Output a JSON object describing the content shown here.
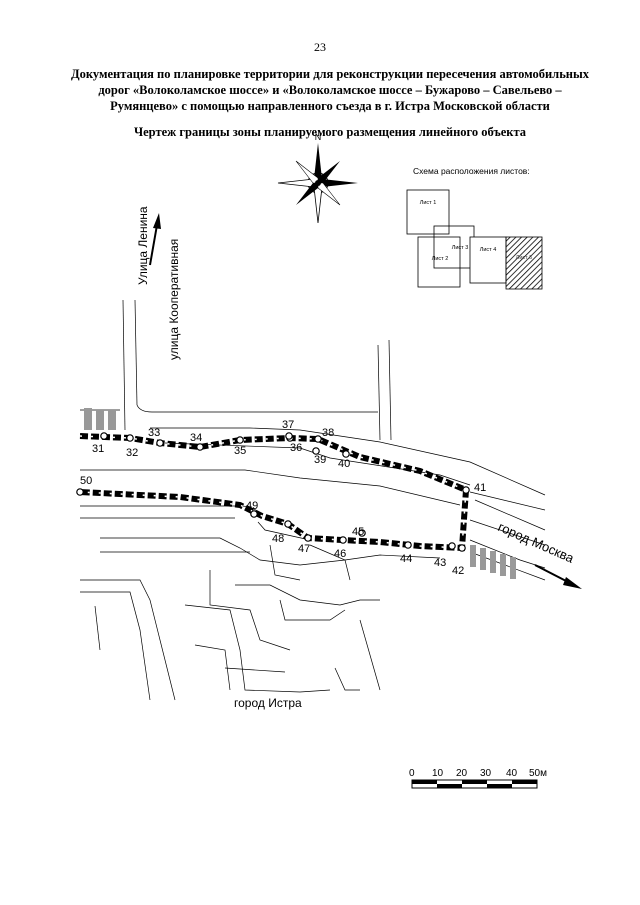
{
  "page": {
    "number": "23",
    "title_line1": "Документация по планировке территории для реконструкции пересечения автомобильных",
    "title_line2": "дорог «Волоколамское шоссе» и «Волоколамское шоссе – Бужарово – Савельево –",
    "title_line3": "Румянцево» с помощью направленного съезда в г. Истра Московской области",
    "subtitle": "Чертеж границы зоны планируемого размещения линейного объекта"
  },
  "compass": {
    "north_label": "N"
  },
  "inset": {
    "title": "Схема расположения листов:",
    "sheets": [
      "Лист 1",
      "Лист 2",
      "Лист 3",
      "Лист 4",
      "Лист 5"
    ]
  },
  "labels": {
    "street_lenin": "Улица Ленина",
    "street_coop": "улица Кооперативная",
    "city_moscow": "город  Москва",
    "city_istra": "город Истра"
  },
  "points": [
    "31",
    "32",
    "33",
    "34",
    "35",
    "36",
    "37",
    "38",
    "39",
    "40",
    "41",
    "42",
    "43",
    "44",
    "45",
    "46",
    "47",
    "48",
    "49",
    "50"
  ],
  "scale": {
    "ticks": [
      "0",
      "10",
      "20",
      "30",
      "40",
      "50м"
    ]
  }
}
